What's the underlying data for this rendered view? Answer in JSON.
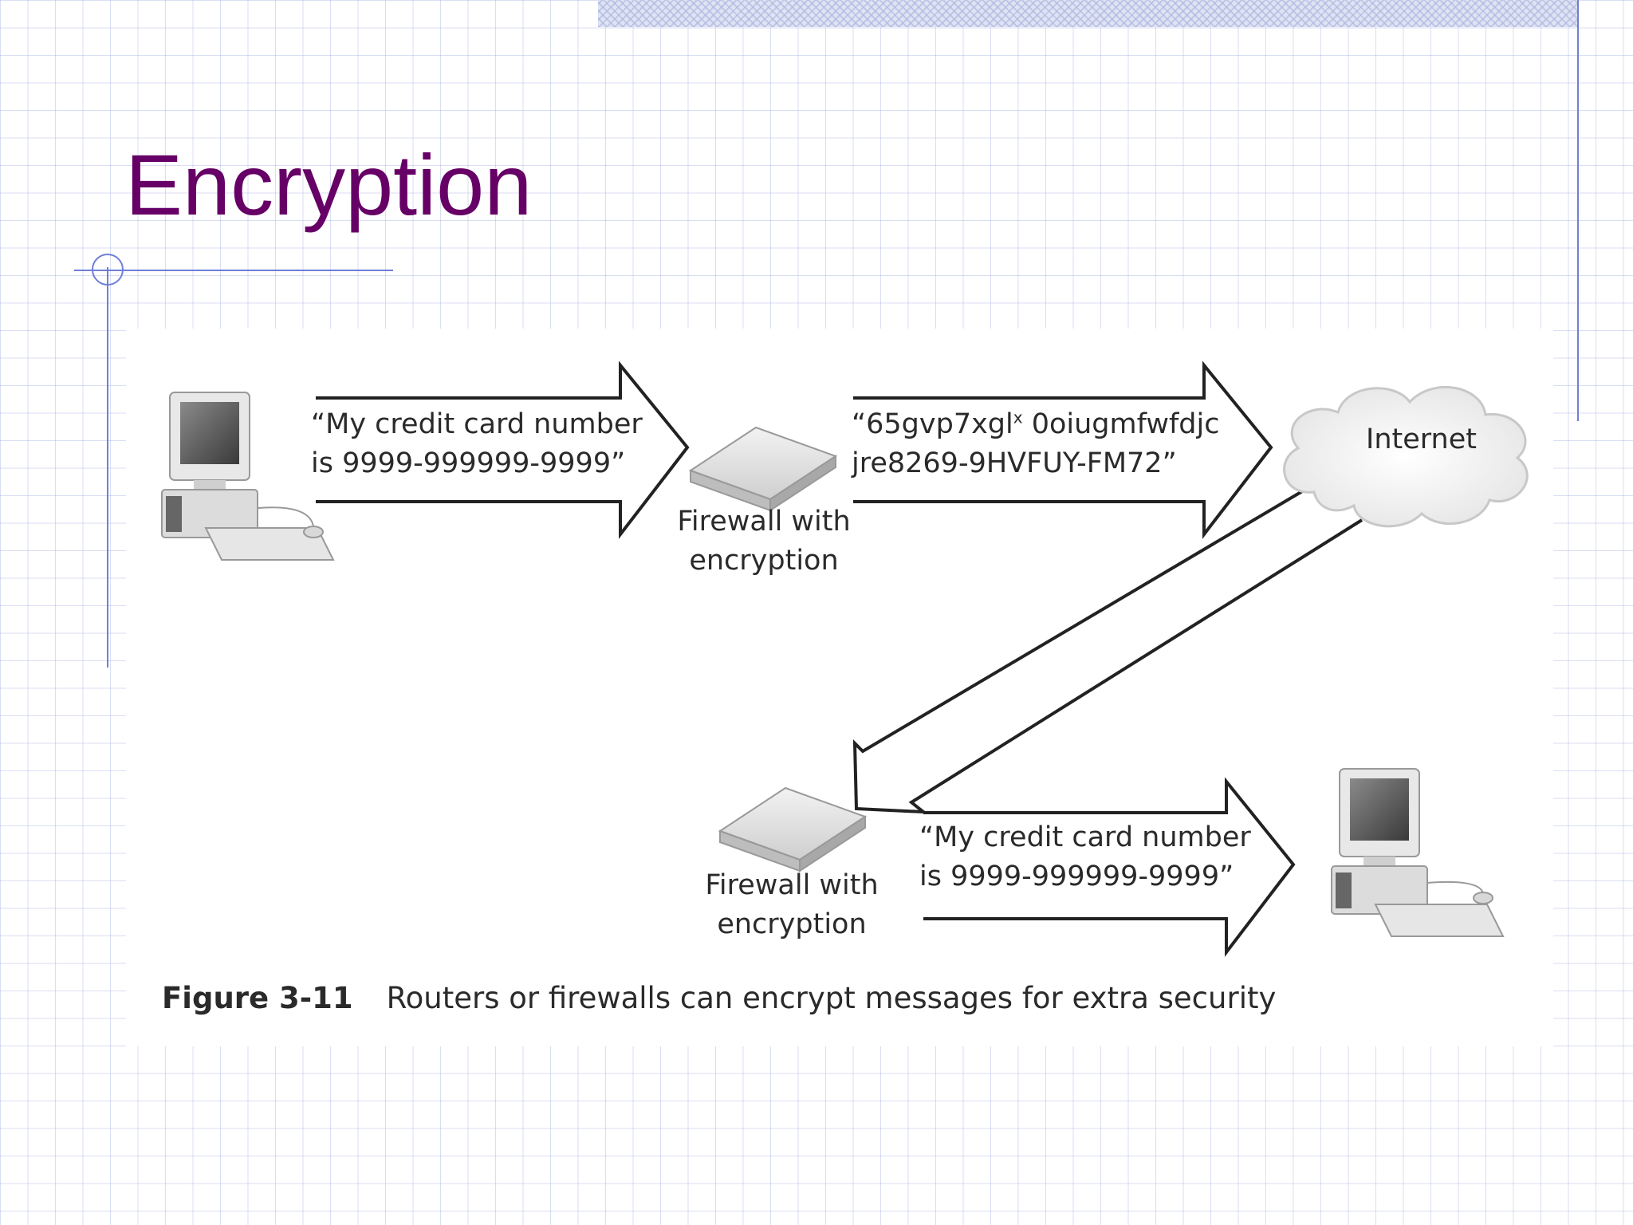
{
  "slide": {
    "title": "Encryption"
  },
  "diagram": {
    "message_plain_1": [
      "“My credit card number",
      "is 9999-999999-9999”"
    ],
    "message_encrypted": [
      "“65gvp7xgl",
      "x",
      " 0oiugmfwfdjc",
      "jre8269-9HVFUY-FM72”"
    ],
    "cloud_label": "Internet",
    "firewall_1_label": [
      "Firewall with",
      "encryption"
    ],
    "firewall_2_label": [
      "Firewall with",
      "encryption"
    ],
    "message_plain_2": [
      "“My credit card number",
      "is 9999-999999-9999”"
    ]
  },
  "caption": {
    "number": "Figure 3-11",
    "text": "Routers or firewalls can encrypt messages for extra security"
  }
}
